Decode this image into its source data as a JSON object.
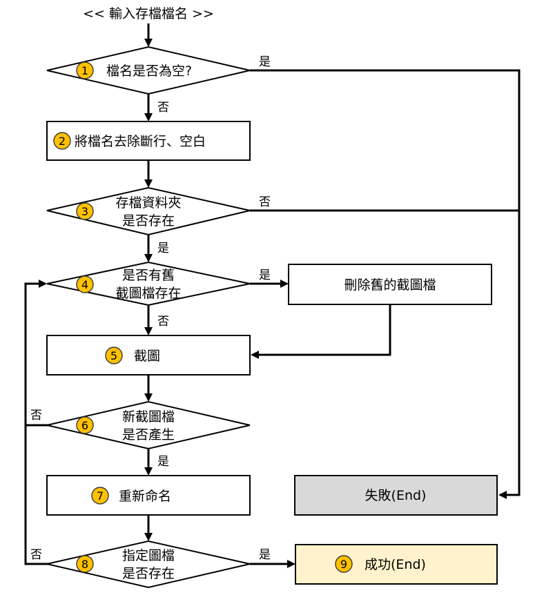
{
  "start": "<< 輸入存檔檔名 >>",
  "steps": {
    "s1": {
      "number": "1",
      "text": "檔名是否為空?"
    },
    "s2": {
      "number": "2",
      "text": "將檔名去除斷行、空白"
    },
    "s3": {
      "number": "3",
      "line1": "存檔資料夾",
      "line2": "是否存在"
    },
    "s4": {
      "number": "4",
      "line1": "是否有舊",
      "line2": "截圖檔存在"
    },
    "delete_old": {
      "text": "刪除舊的截圖檔"
    },
    "s5": {
      "number": "5",
      "text": "截圖"
    },
    "s6": {
      "number": "6",
      "line1": "新截圖檔",
      "line2": "是否產生"
    },
    "s7": {
      "number": "7",
      "text": "重新命名"
    },
    "s8": {
      "number": "8",
      "line1": "指定圖檔",
      "line2": "是否存在"
    },
    "fail": {
      "text": "失敗(End)"
    },
    "s9": {
      "number": "9",
      "text": "成功(End)"
    }
  },
  "edges": {
    "e1_yes": "是",
    "e1_no": "否",
    "e3_no": "否",
    "e3_yes": "是",
    "e4_yes": "是",
    "e4_no": "否",
    "e6_no": "否",
    "e6_yes": "是",
    "e8_no": "否",
    "e8_yes": "是"
  },
  "colors": {
    "badge": "#ffc000",
    "fail_fill": "#d9d9d9",
    "success_fill": "#fff2cc"
  }
}
